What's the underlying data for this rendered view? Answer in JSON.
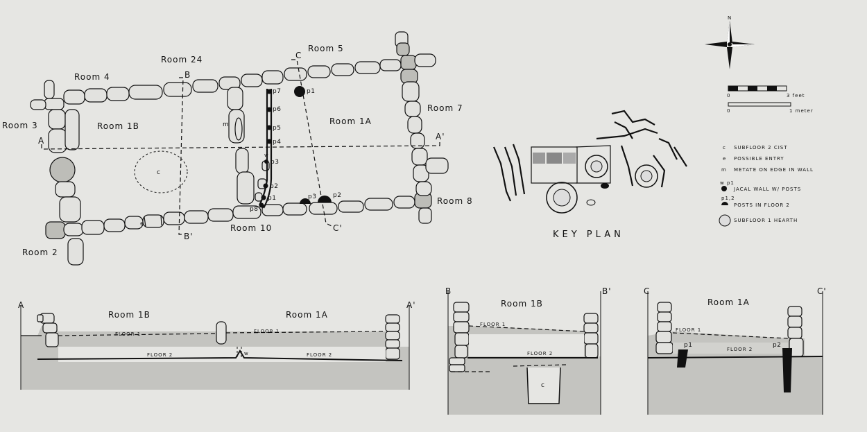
{
  "plan": {
    "rooms": {
      "r24": "Room 24",
      "r5": "Room 5",
      "r4": "Room 4",
      "r7": "Room 7",
      "r3": "Room 3",
      "r1b": "Room 1B",
      "r1a": "Room 1A",
      "r8": "Room 8",
      "r10": "Room 10",
      "r2": "Room 2"
    },
    "section_markers": {
      "a": "A",
      "a_prime": "A'",
      "b": "B",
      "b_prime": "B'",
      "c": "C",
      "c_prime": "C'"
    },
    "posts": [
      "p7",
      "p6",
      "p5",
      "p4",
      "p3",
      "p2",
      "p1",
      "p8"
    ],
    "post_p1_large": "p1",
    "post_p3": "p3",
    "post_p2": "p2",
    "cist_label": "c",
    "metate_label": "m",
    "wall_label": "w",
    "entry_label": "e"
  },
  "north_label": "N",
  "scale": {
    "feet": "3 feet",
    "meter": "1 meter",
    "zero": "0"
  },
  "key_plan_title": "KEY PLAN",
  "legend": [
    {
      "symbol": "c",
      "text": "SUBFLOOR 2 CIST"
    },
    {
      "symbol": "e",
      "text": "POSSIBLE ENTRY"
    },
    {
      "symbol": "m",
      "text": "METATE ON EDGE IN WALL"
    },
    {
      "symbol": "w p1",
      "text": "JACAL WALL W/ POSTS"
    },
    {
      "symbol": "p1,2",
      "text": "POSTS IN FLOOR 2"
    },
    {
      "symbol": "",
      "text": "SUBFLOOR 1 HEARTH"
    }
  ],
  "sections": {
    "aa": {
      "left": "A",
      "right": "A'",
      "room_left": "Room 1B",
      "room_right": "Room 1A",
      "floor1": "FLOOR 1",
      "floor2": "FLOOR 2",
      "w": "w"
    },
    "bb": {
      "left": "B",
      "right": "B'",
      "room": "Room 1B",
      "floor1": "FLOOR 1",
      "floor2": "FLOOR 2",
      "c": "c"
    },
    "cc": {
      "left": "C",
      "right": "C'",
      "room": "Room 1A",
      "floor1": "FLOOR 1",
      "floor2": "FLOOR 2",
      "p1": "p1",
      "p2": "p2"
    }
  }
}
